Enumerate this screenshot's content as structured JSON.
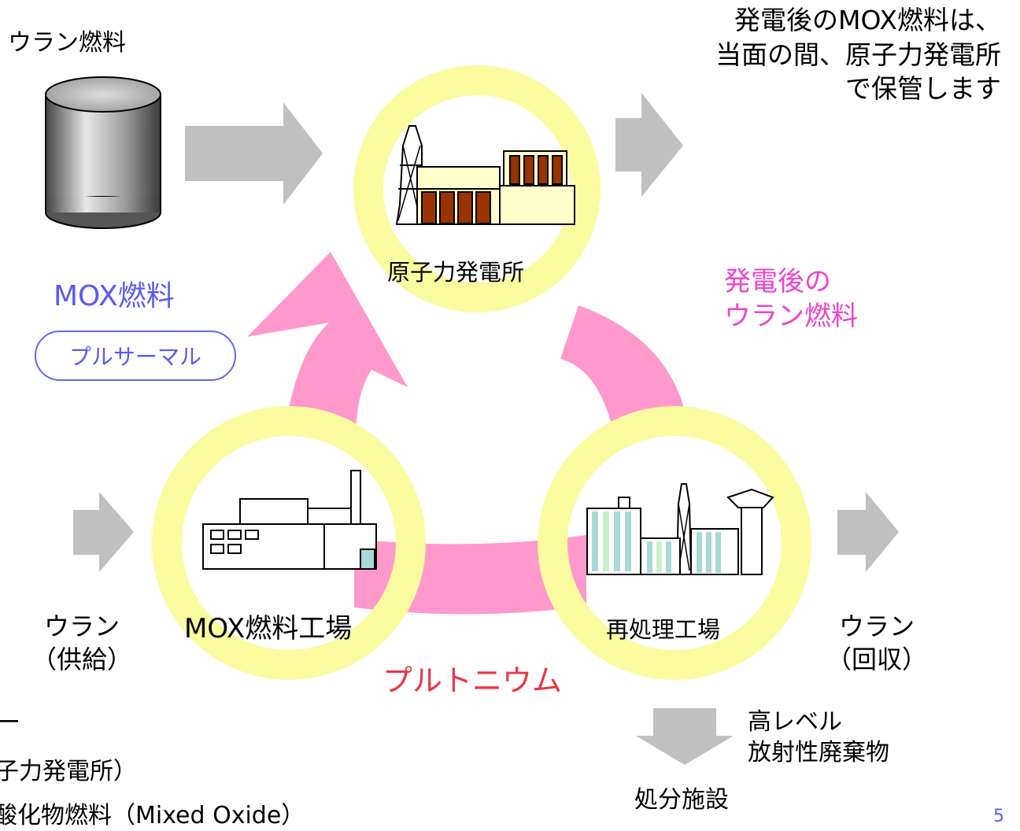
{
  "labels": {
    "uranium_fuel": "ウラン燃料",
    "stored_note": [
      "発電後のMOX燃料は、",
      "当面の間、原子力発電所",
      "で保管します"
    ],
    "nuclear_plant": "原子力発電所",
    "mox_fuel": "MOX燃料",
    "pluthermal": "プルサーマル",
    "spent_fuel": [
      "発電後の",
      "ウラン燃料"
    ],
    "mox_factory": "MOX燃料工場",
    "reprocessing_plant": "再処理工場",
    "uranium_supply": [
      "ウラン",
      "（供給）"
    ],
    "uranium_recovered": [
      "ウラン",
      "（回収）"
    ],
    "plutonium": "プルトニウム",
    "hlw": [
      "高レベル",
      "放射性廃棄物"
    ],
    "disposal": "処分施設",
    "footer_fragments": [
      "ー",
      "子力発電所）",
      "酸化物燃料（Mixed Oxide）"
    ],
    "page_number": "5"
  },
  "colors": {
    "ring_yellow": "#fbfba0",
    "cycle_pink": "#ff99cc",
    "flow_gray": "#c0c0c0",
    "mox_text": "#5b5bf0",
    "spent_text": "#ee44cc",
    "plutonium_text": "#ee3344",
    "building_brown": "#993300",
    "building_cream": "#ffffcc",
    "building_teal": "#aad8d8",
    "building_green": "#c8f0c8"
  }
}
